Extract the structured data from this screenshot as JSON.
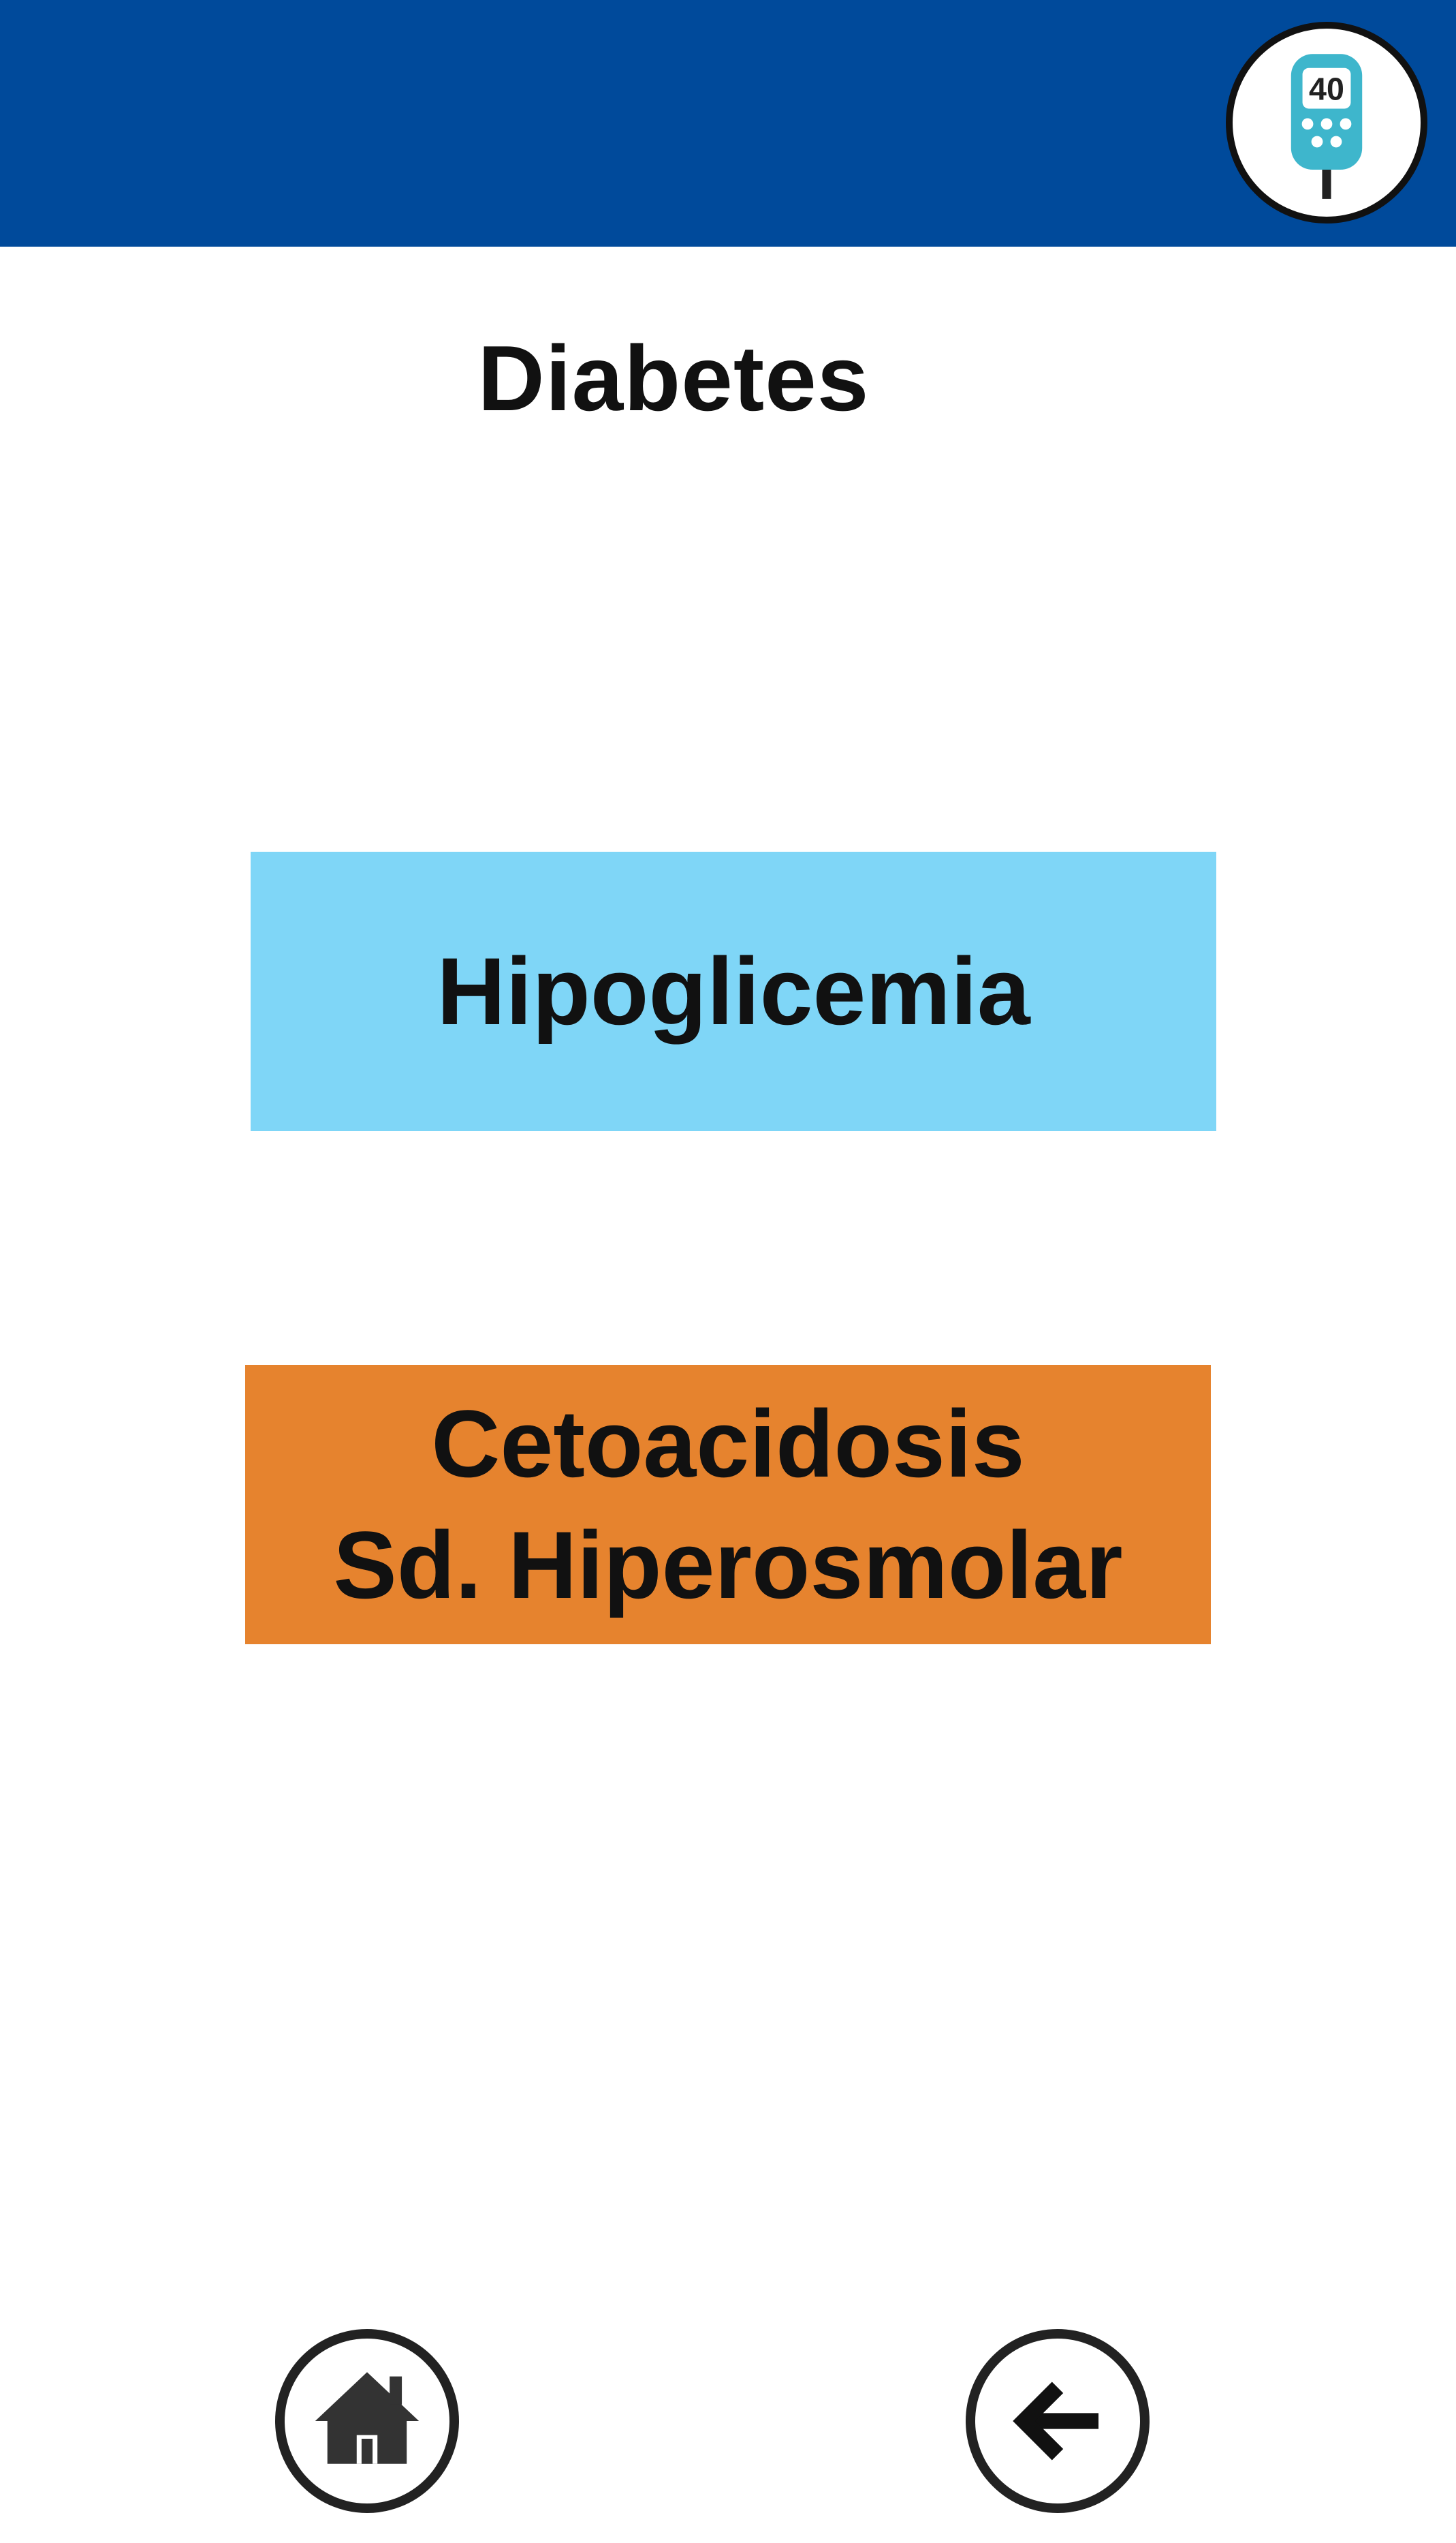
{
  "header": {
    "background_color": "#004a9b",
    "meter_icon": {
      "name": "glucose-meter-icon",
      "reading": "40",
      "color": "#3eb6cc"
    }
  },
  "page": {
    "title": "Diabetes"
  },
  "menu": {
    "hypoglycemia": {
      "label": "Hipoglicemia",
      "color": "#7fd6f7"
    },
    "ketoacidosis": {
      "line1": "Cetoacidosis",
      "line2": "Sd. Hiperosmolar",
      "color": "#e6832e"
    }
  },
  "nav": {
    "home_icon": "home-icon",
    "back_icon": "arrow-left-icon"
  }
}
